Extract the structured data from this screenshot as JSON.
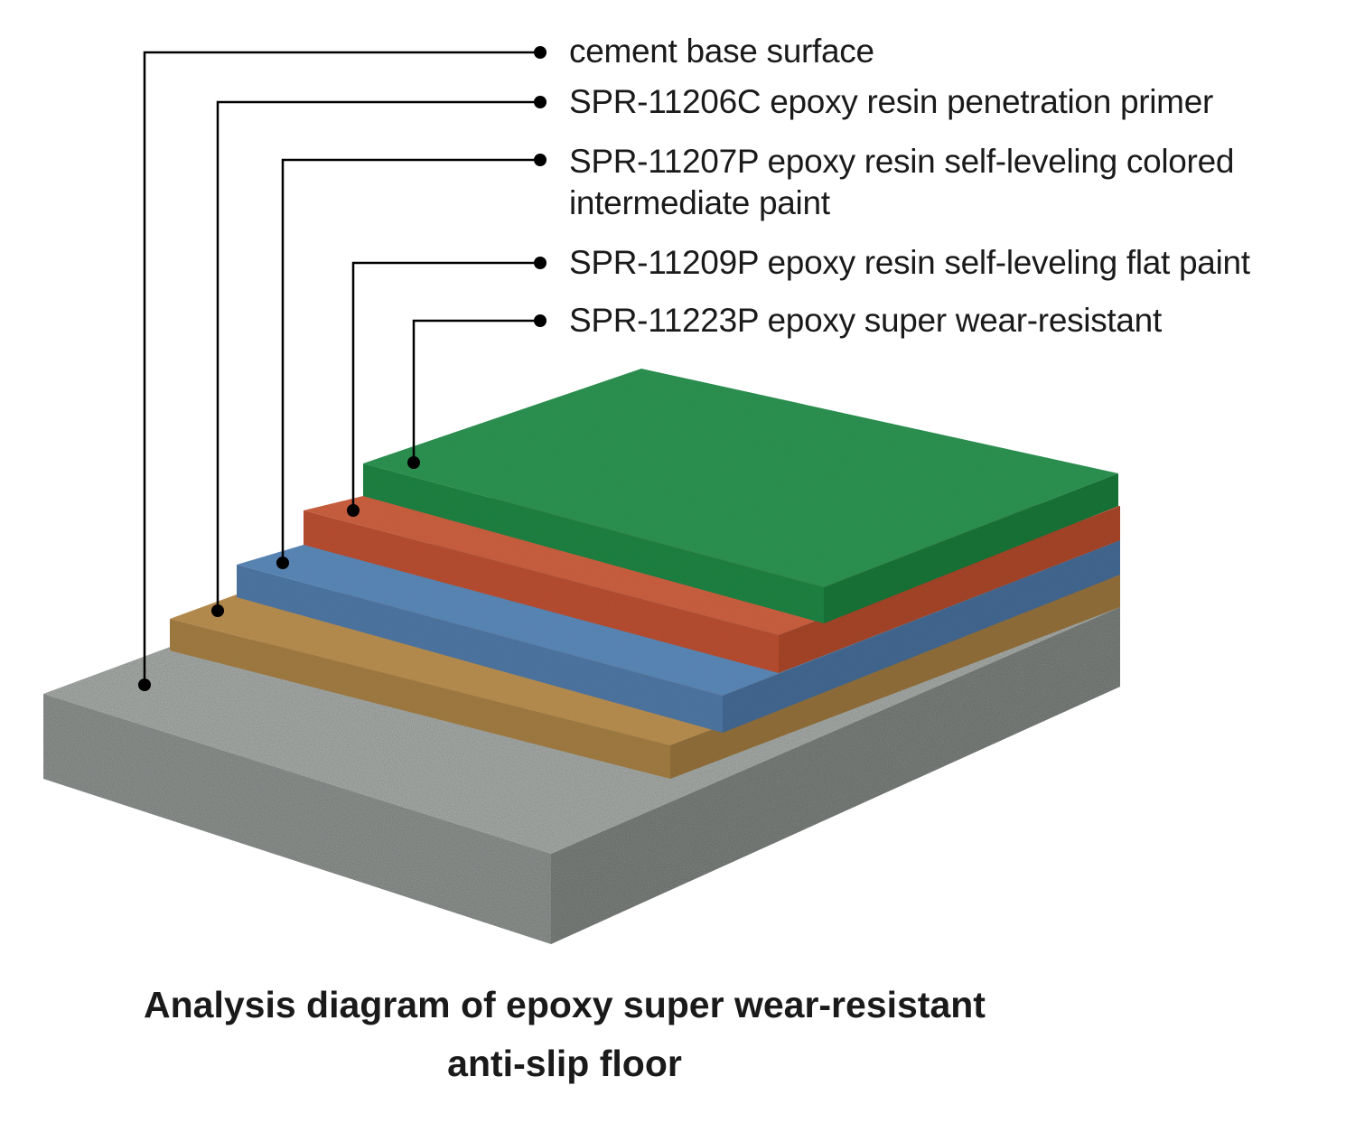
{
  "labels": [
    {
      "text": "cement base surface",
      "color": "#9a9c9a"
    },
    {
      "text": "SPR-11206C epoxy resin penetration primer",
      "color": "#b5894a"
    },
    {
      "text": "SPR-11207P epoxy resin self-leveling colored",
      "text2": "intermediate paint",
      "color": "#5b86b6"
    },
    {
      "text": "SPR-11209P epoxy resin self-leveling flat paint",
      "color": "#c9603f"
    },
    {
      "text": "SPR-11223P epoxy super wear-resistant",
      "color": "#2d9150"
    }
  ],
  "caption": {
    "line1": "Analysis diagram of epoxy super wear-resistant",
    "line2": "anti-slip floor"
  }
}
